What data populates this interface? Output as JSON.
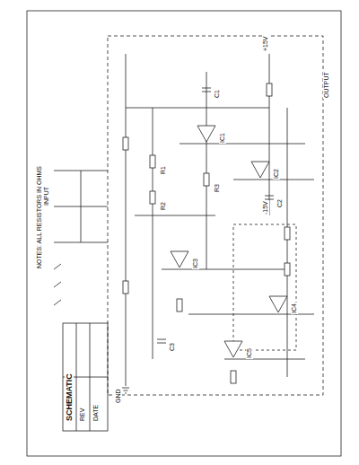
{
  "diagram": {
    "title": "SCHEMATIC",
    "labels": [
      "INPUT",
      "OUTPUT",
      "+15V",
      "-15V",
      "GND",
      "IC1",
      "IC2",
      "IC3",
      "IC4",
      "IC5",
      "R1",
      "R2",
      "R3",
      "C1",
      "C2",
      "C3",
      "REV",
      "DATE",
      "NOTES: ALL RESISTORS IN OHMS"
    ]
  }
}
